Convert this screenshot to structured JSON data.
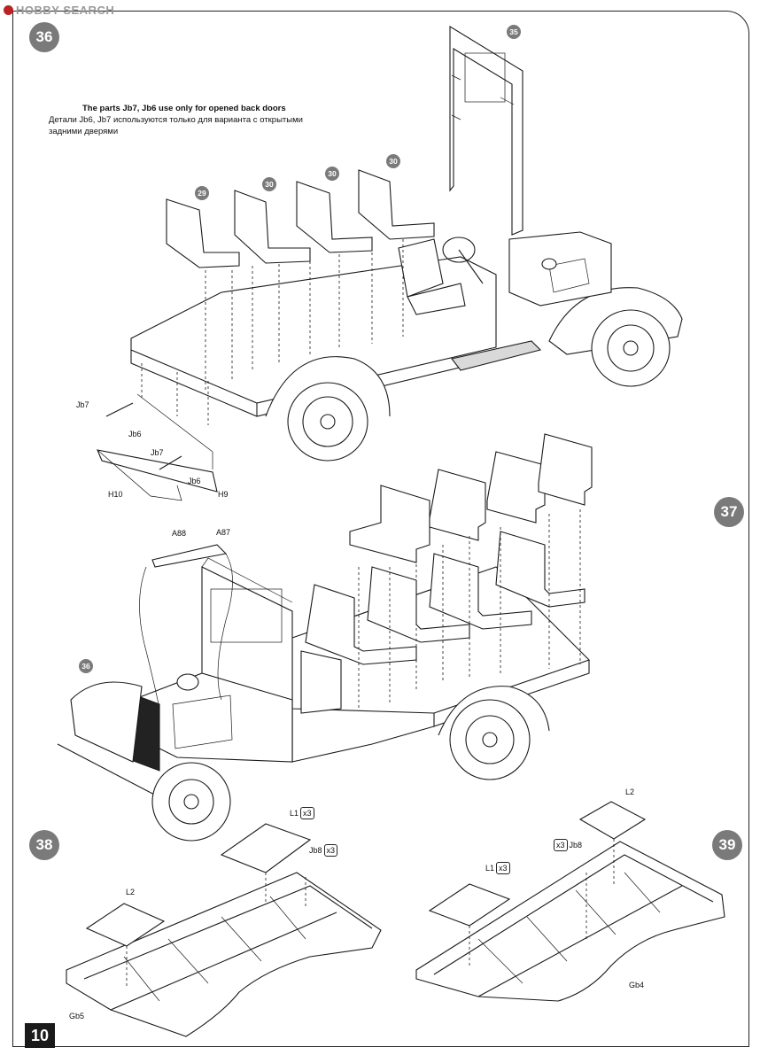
{
  "watermark": "HOBBY SEARCH",
  "page_number": "10",
  "note": {
    "english": "The parts Jb7, Jb6 use only for opened back doors",
    "russian": "Детали Jb6, Jb7 используются только для варианта с открытыми задними дверями"
  },
  "steps": {
    "s36": "36",
    "s37": "37",
    "s38": "38",
    "s39": "39"
  },
  "callouts": {
    "c35": "35",
    "c29": "29",
    "c30a": "30",
    "c30b": "30",
    "c30c": "30",
    "c36": "36"
  },
  "labels": {
    "jb7_a": "Jb7",
    "jb6_a": "Jb6",
    "jb7_b": "Jb7",
    "jb6_b": "Jb6",
    "h10": "H10",
    "h9": "H9",
    "a88": "A88",
    "a87": "A87",
    "l1_a": "L1",
    "jb8_a": "Jb8",
    "l2_a": "L2",
    "gb5": "Gb5",
    "l2_b": "L2",
    "jb8_b": "Jb8",
    "l1_b": "L1",
    "gb4": "Gb4"
  },
  "quantities": {
    "l1_a": "3",
    "jb8_a": "3",
    "jb8_b": "3",
    "l1_b": "3"
  }
}
